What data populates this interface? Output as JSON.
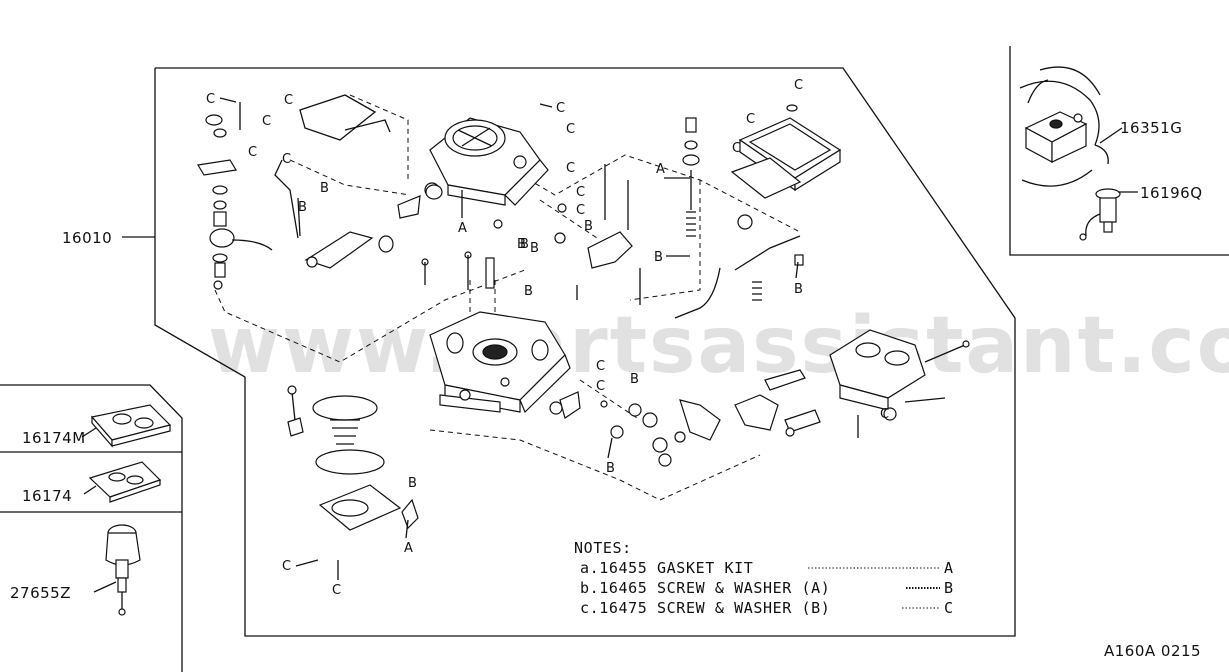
{
  "watermark": "www.partsassistant.com",
  "diagram_code": "A160A 0215",
  "part_numbers": {
    "main_assembly": "16010",
    "insulator_16351g": "16351G",
    "sensor_16196q": "16196Q",
    "gasket_16174m": "16174M",
    "gasket_16174": "16174",
    "dashpot_27655z": "27655Z"
  },
  "callouts": {
    "a": "A",
    "b": "B",
    "c": "C"
  },
  "notes": {
    "title": "NOTES:",
    "line_a": "a.16455 GASKET KIT",
    "line_a_ref": "A",
    "line_b": "b.16465 SCREW & WASHER (A)",
    "line_b_ref": "B",
    "line_c": "c.16475 SCREW & WASHER (B)",
    "line_c_ref": "C"
  }
}
